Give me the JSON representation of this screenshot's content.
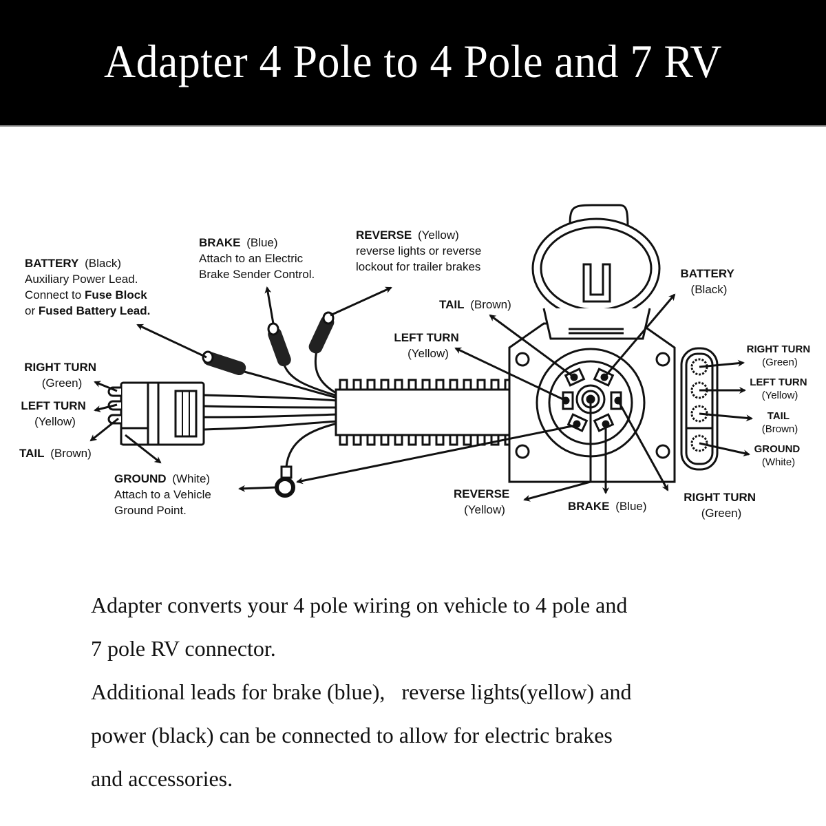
{
  "header": {
    "title": "Adapter 4 Pole to 4 Pole and 7 RV"
  },
  "diagram": {
    "left_labels": {
      "battery": {
        "name": "BATTERY",
        "color": "(Black)",
        "line1": "Auxiliary Power Lead.",
        "line2_pre": "Connect to ",
        "line2_bold": "Fuse Block",
        "line3_pre": "or ",
        "line3_bold": "Fused Battery Lead."
      },
      "brake": {
        "name": "BRAKE",
        "color": "(Blue)",
        "line1": "Attach to an Electric",
        "line2": "Brake Sender Control."
      },
      "reverse": {
        "name": "REVERSE",
        "color": "(Yellow)",
        "line1": "reverse lights or reverse",
        "line2": "lockout for trailer brakes"
      },
      "right_turn": {
        "name": "RIGHT TURN",
        "color": "(Green)"
      },
      "left_turn": {
        "name": "LEFT TURN",
        "color": "(Yellow)"
      },
      "tail": {
        "name": "TAIL",
        "color": "(Brown)"
      },
      "ground": {
        "name": "GROUND",
        "color": "(White)",
        "line1": "Attach to a Vehicle",
        "line2": "Ground Point."
      }
    },
    "seven_pole_labels": {
      "tail": {
        "name": "TAIL",
        "color": "(Brown)"
      },
      "left_turn": {
        "name": "LEFT TURN",
        "color": "(Yellow)"
      },
      "battery": {
        "name": "BATTERY",
        "color": "(Black)"
      },
      "reverse": {
        "name": "REVERSE",
        "color": "(Yellow)"
      },
      "brake": {
        "name": "BRAKE",
        "color": "(Blue)"
      },
      "right_turn": {
        "name": "RIGHT TURN",
        "color": "(Green)"
      }
    },
    "four_pole_out_labels": {
      "right_turn": {
        "name": "RIGHT TURN",
        "color": "(Green)"
      },
      "left_turn": {
        "name": "LEFT TURN",
        "color": "(Yellow)"
      },
      "tail": {
        "name": "TAIL",
        "color": "(Brown)"
      },
      "ground": {
        "name": "GROUND",
        "color": "(White)"
      }
    }
  },
  "description": {
    "line1": "Adapter converts your 4 pole wiring on vehicle to 4 pole and",
    "line2": "7 pole RV connector.",
    "line3": "Additional leads for brake (blue),   reverse lights(yellow) and",
    "line4": "power (black) can be connected to allow for electric brakes",
    "line5": "and accessories."
  }
}
